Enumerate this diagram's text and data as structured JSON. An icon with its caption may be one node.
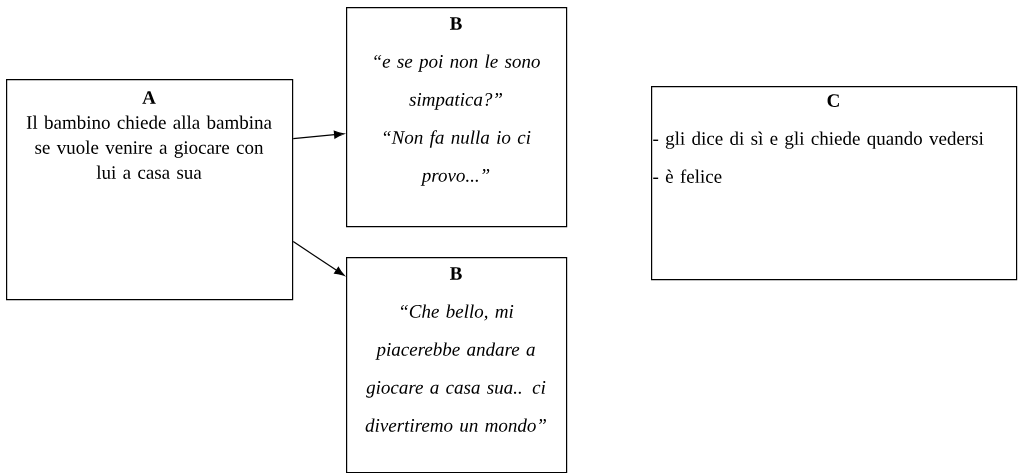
{
  "diagram": {
    "nodes": [
      {
        "text": [
          "A",
          "Il bambino chiede alla bambina se vuole venire a giocare con lui a casa sua"
        ]
      },
      {
        "text": [
          "B",
          "“e se poi non le sono simpatica?”",
          "“Non fa nulla io ci provo...”"
        ]
      },
      {
        "text": [
          "B",
          "“Che bello, mi piacerebbe andare a giocare a casa sua.. ci divertiremo un mondo”"
        ]
      },
      {
        "text": [
          "C",
          "- gli dice di sì e gli chiede quando vedersi",
          "- è felice"
        ]
      }
    ],
    "edges": [
      {
        "from": 0,
        "to": 1,
        "arrow": "to"
      },
      {
        "from": 0,
        "to": 2,
        "arrow": "to"
      }
    ]
  }
}
